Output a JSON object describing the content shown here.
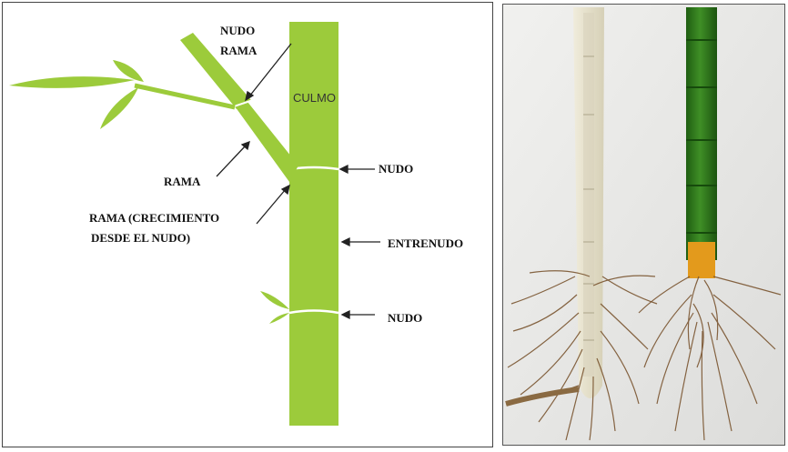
{
  "diagram": {
    "labels": {
      "nudo_rama_1": "NUDO",
      "nudo_rama_2": "RAMA",
      "culmo": "CULMO",
      "rama": "RAMA",
      "nudo_upper": "NUDO",
      "rama_crec_1": "RAMA (CRECIMIENTO",
      "rama_crec_2": "DESDE EL NUDO)",
      "entrenudo": "ENTRENUDO",
      "nudo_lower": "NUDO"
    },
    "colors": {
      "bamboo_green": "#9ccb3b",
      "node_white": "#ffffff",
      "border": "#444444",
      "arrow": "#222222"
    }
  },
  "photo": {
    "description_icon": "bamboo-roots-photo",
    "colors": {
      "wall": "#e9e9e7",
      "cream_stalk": "#e6e2cf",
      "green_stalk": "#2f7a1c",
      "orange_band": "#e39a1c",
      "roots": "#7a5530"
    }
  }
}
